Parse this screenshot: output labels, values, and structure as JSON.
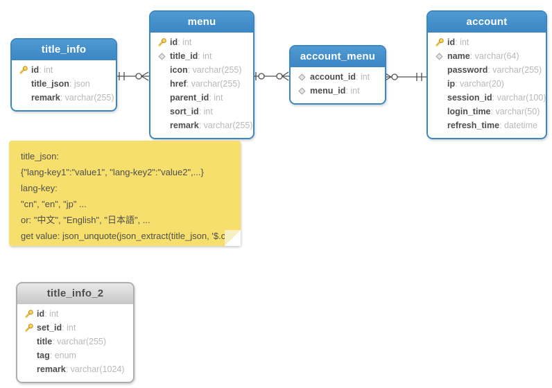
{
  "diagram": {
    "tables": [
      {
        "id": "title_info",
        "name": "title_info",
        "header_style": "blue",
        "fields": [
          {
            "icon": "key",
            "name": "id",
            "type": "int"
          },
          {
            "icon": "",
            "name": "title_json",
            "type": "json"
          },
          {
            "icon": "",
            "name": "remark",
            "type": "varchar(255)"
          }
        ]
      },
      {
        "id": "menu",
        "name": "menu",
        "header_style": "blue",
        "fields": [
          {
            "icon": "key",
            "name": "id",
            "type": "int"
          },
          {
            "icon": "diamond",
            "name": "title_id",
            "type": "int"
          },
          {
            "icon": "",
            "name": "icon",
            "type": "varchar(255)"
          },
          {
            "icon": "",
            "name": "href",
            "type": "varchar(255)"
          },
          {
            "icon": "",
            "name": "parent_id",
            "type": "int"
          },
          {
            "icon": "",
            "name": "sort_id",
            "type": "int"
          },
          {
            "icon": "",
            "name": "remark",
            "type": "varchar(255)"
          }
        ]
      },
      {
        "id": "account_menu",
        "name": "account_menu",
        "header_style": "blue",
        "fields": [
          {
            "icon": "diamond",
            "name": "account_id",
            "type": "int"
          },
          {
            "icon": "diamond",
            "name": "menu_id",
            "type": "int"
          }
        ]
      },
      {
        "id": "account",
        "name": "account",
        "header_style": "blue",
        "fields": [
          {
            "icon": "key",
            "name": "id",
            "type": "int"
          },
          {
            "icon": "diamond",
            "name": "name",
            "type": "varchar(64)"
          },
          {
            "icon": "",
            "name": "password",
            "type": "varchar(255)"
          },
          {
            "icon": "",
            "name": "ip",
            "type": "varchar(20)"
          },
          {
            "icon": "",
            "name": "session_id",
            "type": "varchar(100)"
          },
          {
            "icon": "",
            "name": "login_time",
            "type": "varchar(50)"
          },
          {
            "icon": "",
            "name": "refresh_time",
            "type": "datetime"
          }
        ]
      },
      {
        "id": "title_info_2",
        "name": "title_info_2",
        "header_style": "gray",
        "fields": [
          {
            "icon": "key",
            "name": "id",
            "type": "int"
          },
          {
            "icon": "key",
            "name": "set_id",
            "type": "int"
          },
          {
            "icon": "",
            "name": "title",
            "type": "varchar(255)"
          },
          {
            "icon": "",
            "name": "tag",
            "type": "enum"
          },
          {
            "icon": "",
            "name": "remark",
            "type": "varchar(1024)"
          }
        ]
      }
    ],
    "note": {
      "lines": [
        "title_json:",
        "{\"lang-key1\":\"value1\", \"lang-key2\":\"value2\",...}",
        "lang-key:",
        "\"cn\", \"en\", \"jp\" ...",
        "or: \"中文\", \"English\", \"日本語\", ...",
        "get value: json_unquote(json_extract(title_json, '$.cn')"
      ]
    },
    "relationships": [
      {
        "from": "title_info",
        "to": "menu",
        "from_notation": "one (||)",
        "to_notation": "zero-or-many (o<)"
      },
      {
        "from": "menu",
        "to": "account_menu",
        "from_notation": "one-zero (|o)",
        "to_notation": "zero-or-many (o<)"
      },
      {
        "from": "account_menu",
        "to": "account",
        "from_notation": "zero-or-many (>o)",
        "to_notation": "one (||)"
      }
    ],
    "colors": {
      "table_header_blue": "#3e8bc6",
      "table_header_gray": "#cfcfcf",
      "table_border_blue": "#3a86c0",
      "note_yellow": "#f7df6d",
      "connector": "#4f4f4f",
      "key_icon": "#f7d14a",
      "diamond_icon": "#e4e4e4"
    }
  }
}
